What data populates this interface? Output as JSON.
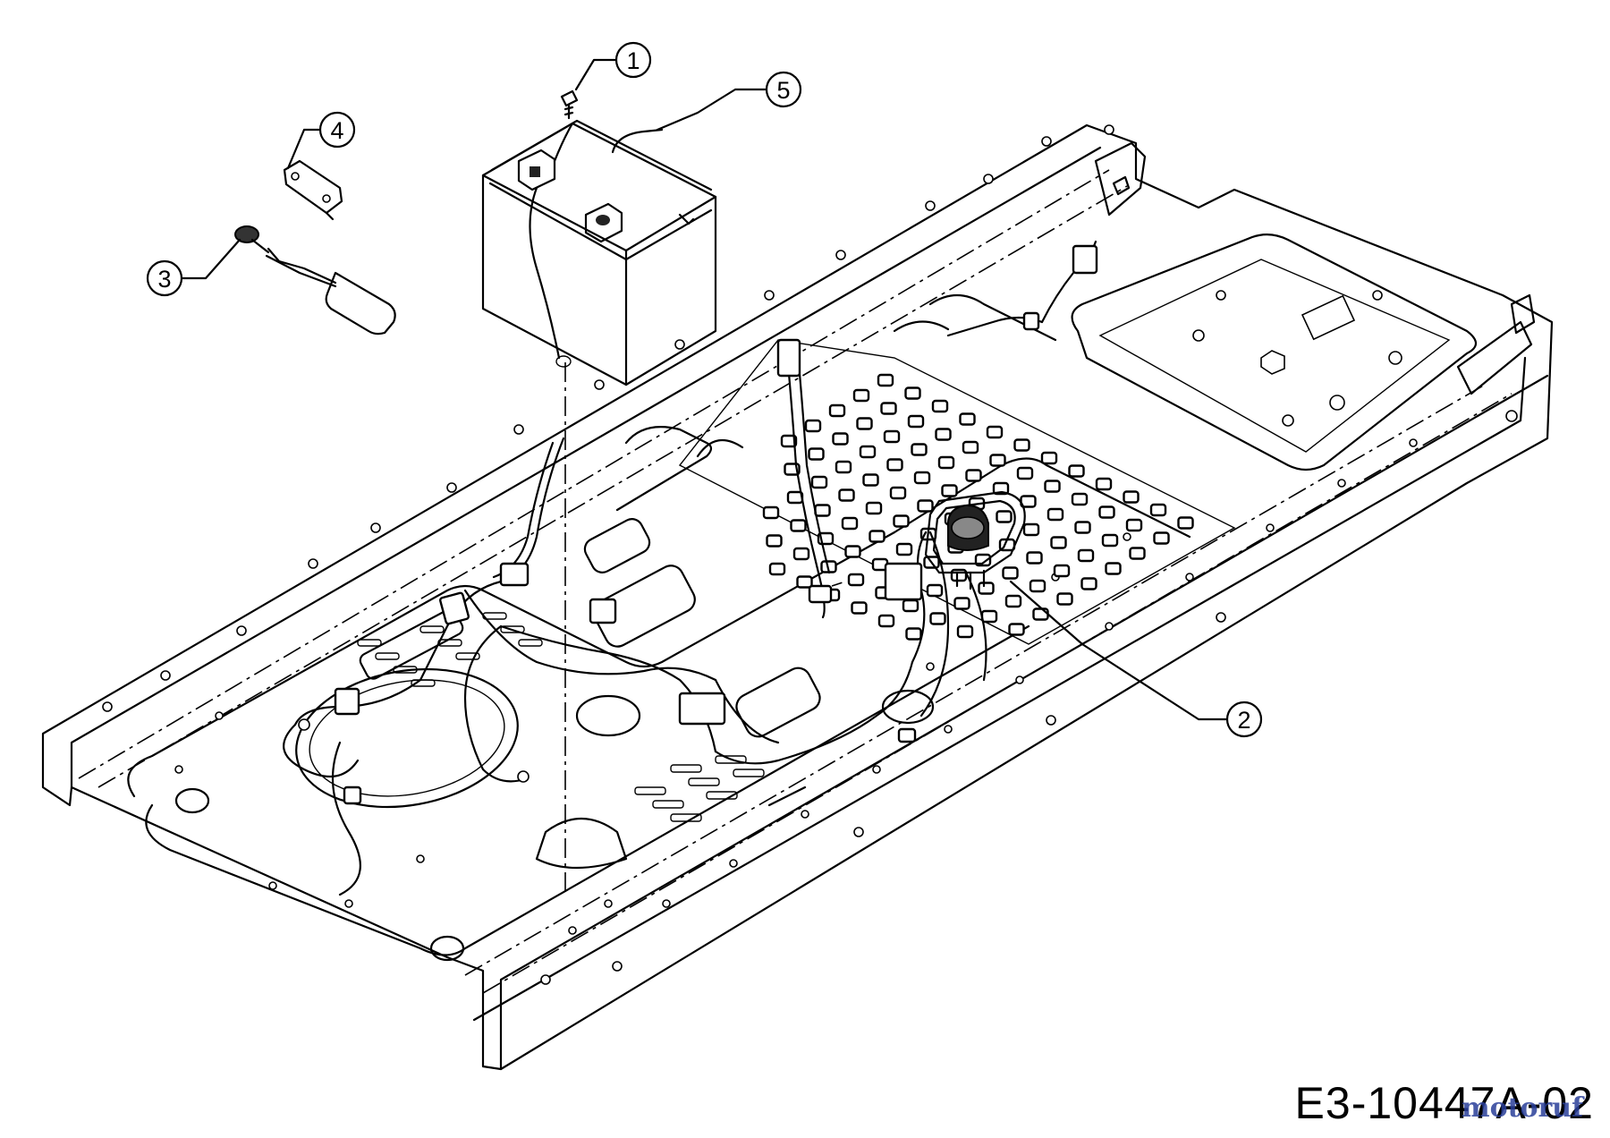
{
  "drawing_number": "E3-10447A-02",
  "watermark": "motoruf",
  "callouts": [
    {
      "label": "1"
    },
    {
      "label": "2"
    },
    {
      "label": "3"
    },
    {
      "label": "4"
    },
    {
      "label": "5"
    }
  ]
}
